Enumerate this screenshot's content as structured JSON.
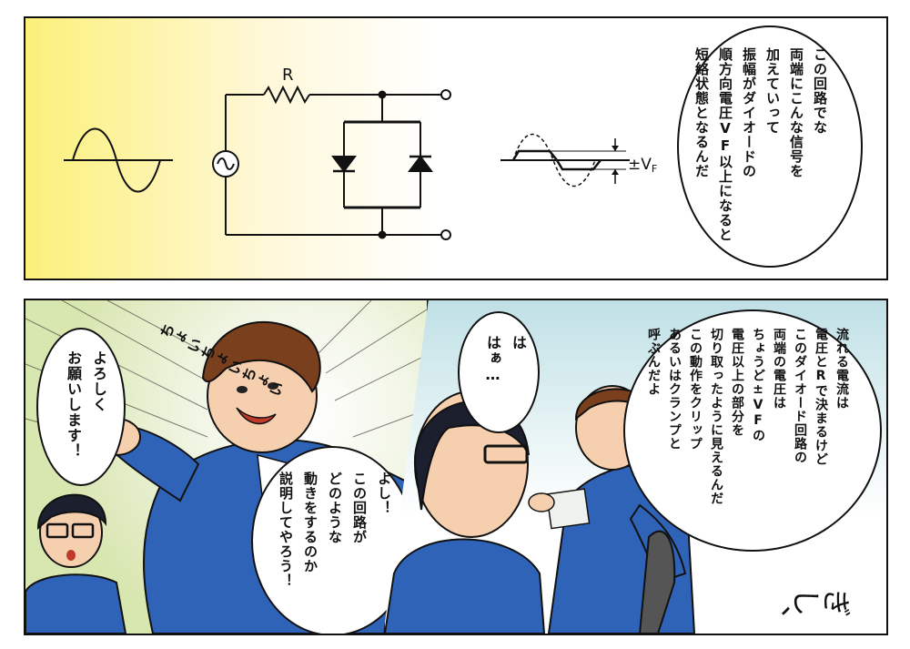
{
  "panel_top": {
    "resistor_label": "R",
    "clamp_label": "±V",
    "clamp_sub": "F",
    "speech": "この回路でな\n両端にこんな信号を\n加えていって\n振幅がダイオードの\n順方向電圧VF以上になると\n短絡状態となるんだ"
  },
  "panel_bottom_left": {
    "sfx": "ちょいちょいちょい",
    "speech_junior": "よろしく\nお願いします！",
    "speech_senior": "よし！\nこの回路が\nどのような\n動きをするのか\n説明してやろう！"
  },
  "panel_bottom_right": {
    "speech_junior": "は\nはぁ…",
    "speech_senior": "流れる電流は\n電圧とRで決まるけど\nこのダイオード回路の\n両端の電圧は\nちょうど±VFの\n電圧以上の部分を\n切り取ったように見えるんだ\nこの動作をクリップ\nあるいはクランプと\n呼ぶんだよ",
    "sfx": "ぎし、"
  },
  "colors": {
    "uniform_blue": "#2f63b8",
    "hair_brown": "#7a3f1c",
    "hair_black": "#1b1f2e",
    "skin": "#f6cfae",
    "sunburst_green": "#d8e6b0"
  }
}
